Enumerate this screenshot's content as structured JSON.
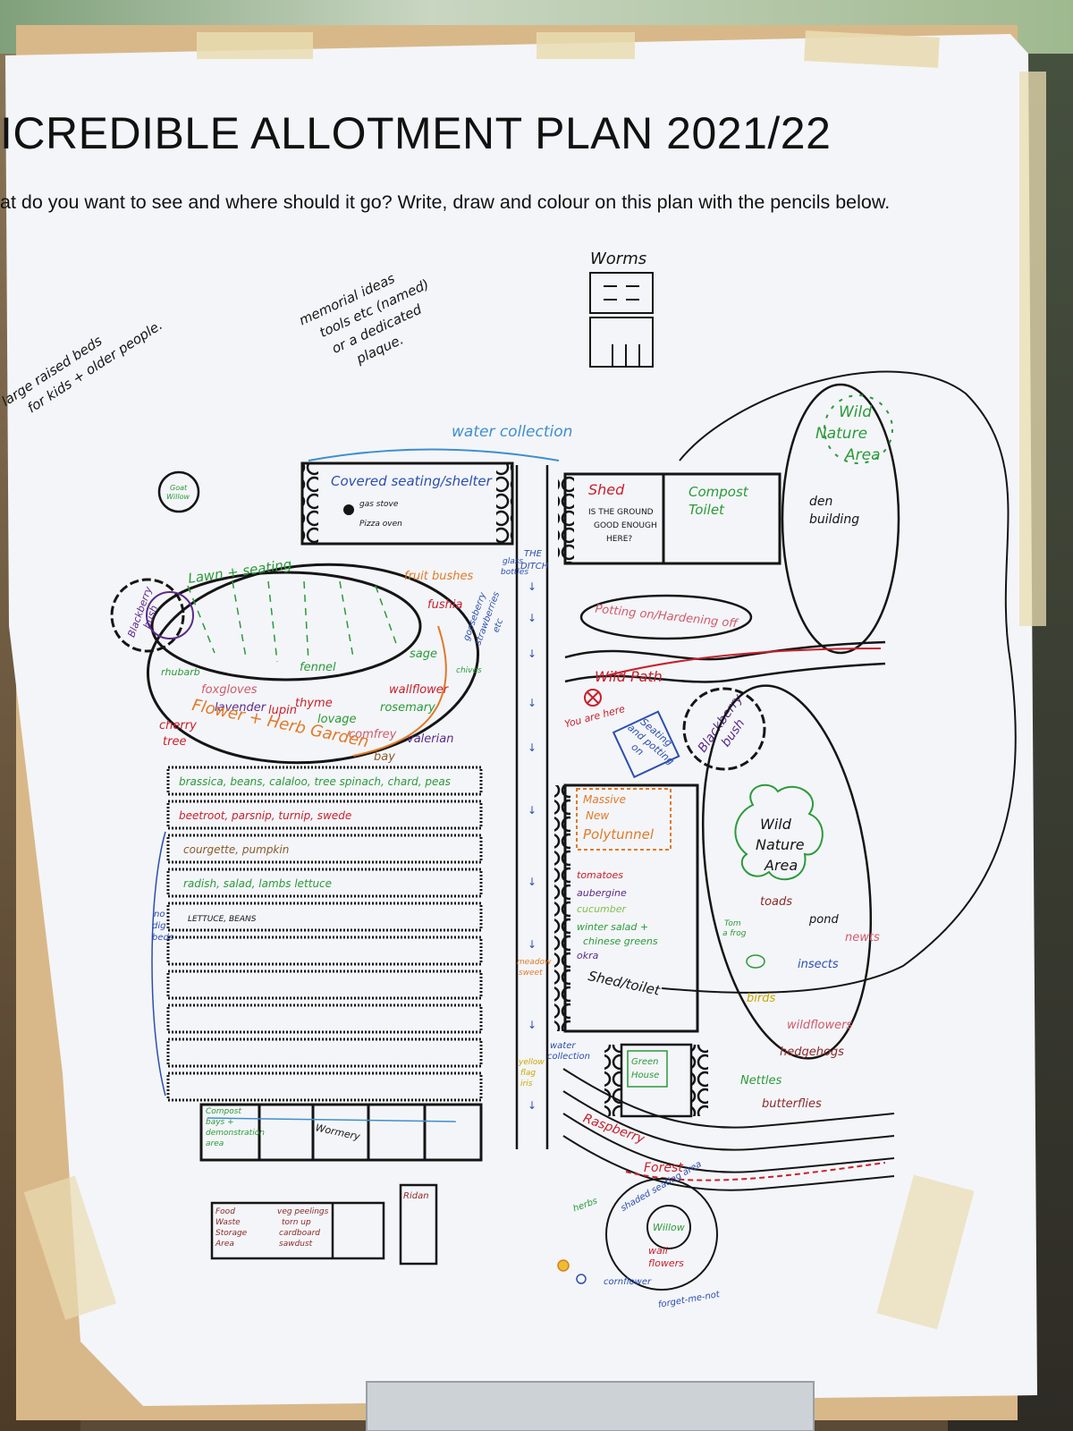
{
  "poster": {
    "title": "ICREDIBLE ALLOTMENT PLAN 2021/22",
    "subtitle": "at do you want to see and where should it go? Write, draw and colour on this plan with the pencils below."
  },
  "notes": {
    "raised_beds": [
      "large raised beds",
      "for kids + older people."
    ],
    "memorial": [
      "memorial ideas",
      "tools etc (named)",
      "or a dedicated",
      "plaque."
    ],
    "worms": "Worms"
  },
  "labels": {
    "water_collection_top": "water collection",
    "covered_seating": "Covered seating/shelter",
    "gas_stove": "gas stove",
    "pizza_oven": "Pizza oven",
    "goat_willow": [
      "Goat",
      "Willow"
    ],
    "shed": "Shed",
    "shed_question": [
      "IS THE GROUND",
      "GOOD ENOUGH",
      "HERE?"
    ],
    "compost_toilet": [
      "Compost",
      "Toilet"
    ],
    "wild_nature_area_top": [
      "Wild",
      "Nature",
      "Area"
    ],
    "den_building": [
      "den",
      "building"
    ],
    "the_ditch": [
      "THE",
      "DITCH"
    ],
    "lawn_seating": "Lawn + seating",
    "blackberry_bush_left": [
      "Blackberry",
      "bush"
    ],
    "fruit_bushes": "fruit bushes",
    "fushia": "fushia",
    "gooseberry": [
      "gooseberry",
      "strawberries",
      "etc"
    ],
    "glass_bottles": [
      "glass",
      "bottles"
    ],
    "potting_on": "Potting on/Hardening off",
    "wild_path": "Wild Path",
    "you_are_here": "You are here",
    "seating_potting": [
      "Seating",
      "and potting",
      "on"
    ],
    "blackberry_bush_right": [
      "Blackberry",
      "bush"
    ],
    "rhubarb": "rhubarb",
    "fennel": "fennel",
    "sage": "sage",
    "chives": "chives",
    "foxgloves": "foxgloves",
    "lavender": "lavender",
    "lupin": "lupin",
    "thyme": "thyme",
    "lovage": "lovage",
    "wallflower": "wallflower",
    "rosemary": "rosemary",
    "comfrey": "comfrey",
    "valerian": "valerian",
    "bay": "bay",
    "cherry_tree": [
      "cherry",
      "tree"
    ],
    "flower_herb_garden": "Flower + Herb Garden",
    "beds": [
      "brassica, beans, calaloo, tree spinach, chard, peas",
      "beetroot, parsnip, turnip, swede",
      "courgette, pumpkin",
      "radish, salad, lambs lettuce",
      "LETTUCE, BEANS"
    ],
    "no_dig_beds": [
      "no",
      "dig",
      "beds"
    ],
    "compost_bays": [
      "Compost",
      "bays +",
      "demonstration",
      "area"
    ],
    "wormery": "Wormery",
    "meadow_sweet": [
      "meadow",
      "sweet"
    ],
    "yellow_flag_iris": [
      "yellow",
      "flag",
      "iris"
    ],
    "polytunnel": [
      "Massive",
      "New",
      "Polytunnel"
    ],
    "tunnel_crops": [
      "tomatoes",
      "aubergine",
      "cucumber",
      "winter salad +",
      "chinese greens",
      "okra"
    ],
    "shed_toilet": "Shed/toilet",
    "wild_nature_area_mid": [
      "Wild",
      "Nature",
      "Area"
    ],
    "toads": "toads",
    "pond": "pond",
    "newts": "newts",
    "tom_frog": [
      "Tom",
      "a frog"
    ],
    "insects": "insects",
    "birds": "birds",
    "wildflowers": "wildflowers",
    "hedgehogs": "hedgehogs",
    "nettles": "Nettles",
    "butterflies": "butterflies",
    "water_collection_bottom": [
      "water",
      "collection"
    ],
    "green_house": [
      "Green",
      "House"
    ],
    "raspberry_forest": [
      "Raspberry",
      "Forest"
    ],
    "herbs": "herbs",
    "shaded_seating": "shaded seating area",
    "willow": "Willow",
    "wall_flowers": [
      "wall",
      "flowers"
    ],
    "cornflower": "cornflower",
    "forget_me_not": "forget-me-not",
    "food_waste": [
      "Food",
      "Waste",
      "Storage",
      "Area"
    ],
    "food_waste_items": [
      "veg peelings",
      "torn up",
      "cardboard",
      "sawdust"
    ],
    "ridan": "Ridan"
  },
  "colors": {
    "ink": "#151515",
    "green": "#2a9a3a",
    "blue": "#2b4fb0",
    "light_blue": "#3d8fd0",
    "red": "#c8202c",
    "purple": "#5a2a8a",
    "orange": "#e07a2a",
    "brown": "#8a5a2a",
    "pink": "#d05a6a"
  }
}
